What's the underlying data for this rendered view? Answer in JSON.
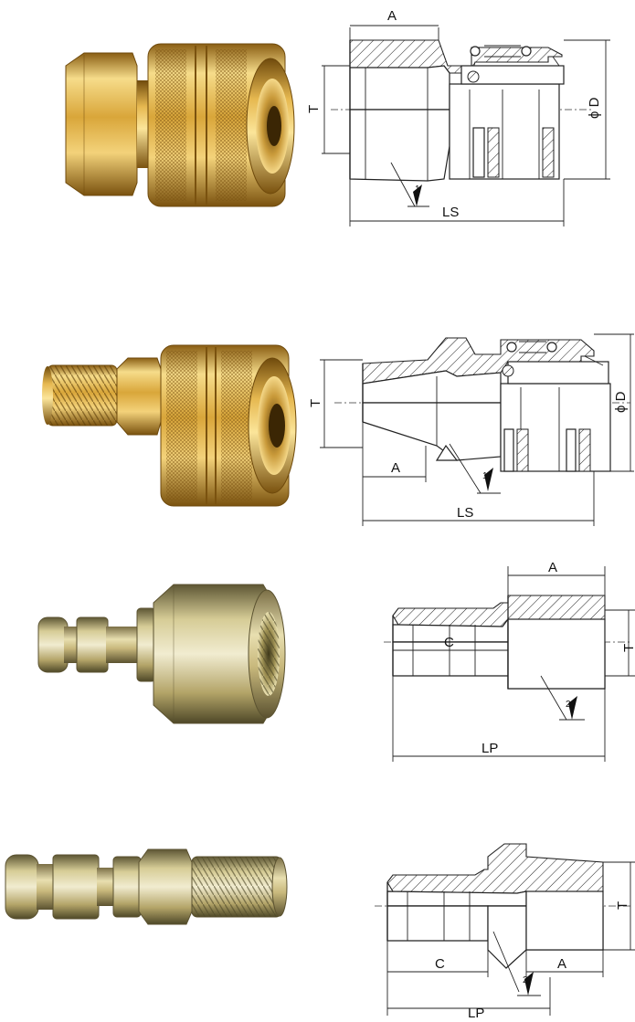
{
  "figures": [
    {
      "id": "coupler-female-thread",
      "photo": "brass quick coupler socket with female thread",
      "dims": {
        "a": "A",
        "t": "T",
        "d": "ϕ D",
        "ls": "LS"
      },
      "callout": "1"
    },
    {
      "id": "coupler-male-thread",
      "photo": "brass quick coupler socket with male thread",
      "dims": {
        "a": "A",
        "t": "T",
        "d": "ϕ D",
        "ls": "LS"
      },
      "callout": "1"
    },
    {
      "id": "plug-female-thread",
      "photo": "steel quick coupler plug with female thread",
      "dims": {
        "a": "A",
        "t": "T",
        "c": "C",
        "lp": "LP"
      },
      "callout": "2"
    },
    {
      "id": "plug-male-thread",
      "photo": "steel quick coupler plug with male thread",
      "dims": {
        "t": "T",
        "c": "C",
        "a": "A",
        "lp": "LP"
      },
      "callout": "2"
    }
  ],
  "colors": {
    "brass_light": "#f3d27a",
    "brass_mid": "#d9a63a",
    "brass_dark": "#8a5e14",
    "steel_light": "#e9e3b8",
    "steel_mid": "#c4b77a",
    "steel_dark": "#6f6640",
    "line": "#222222"
  }
}
